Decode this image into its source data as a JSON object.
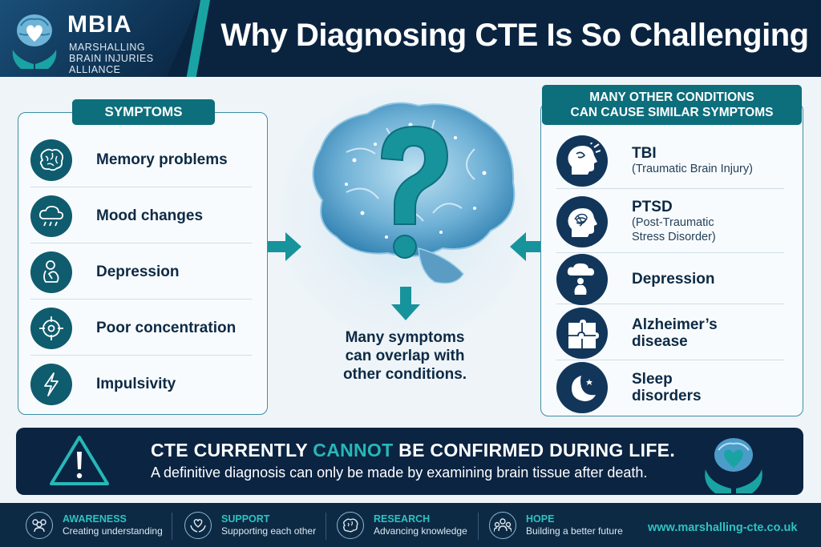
{
  "brand": {
    "acronym": "MBIA",
    "name_line1": "MARSHALLING",
    "name_line2": "BRAIN INJURIES",
    "name_line3": "ALLIANCE"
  },
  "title": "Why Diagnosing CTE Is So Challenging",
  "symptoms": {
    "heading": "SYMPTOMS",
    "items": [
      {
        "label": "Memory problems",
        "icon": "brain-icon"
      },
      {
        "label": "Mood changes",
        "icon": "rain-cloud-icon"
      },
      {
        "label": "Depression",
        "icon": "sitting-person-icon"
      },
      {
        "label": "Poor concentration",
        "icon": "crosshair-icon"
      },
      {
        "label": "Impulsivity",
        "icon": "lightning-icon"
      }
    ]
  },
  "center": {
    "icon": "brain-question-mark-icon",
    "text_line1": "Many symptoms",
    "text_line2": "can overlap with",
    "text_line3": "other conditions."
  },
  "conditions": {
    "heading_line1": "MANY OTHER CONDITIONS",
    "heading_line2": "CAN CAUSE SIMILAR SYMPTOMS",
    "items": [
      {
        "title": "TBI",
        "desc_line1": "(Traumatic Brain Injury)",
        "desc_line2": "",
        "icon": "head-impact-icon"
      },
      {
        "title": "PTSD",
        "desc_line1": "(Post-Traumatic",
        "desc_line2": "Stress Disorder)",
        "icon": "tangled-head-icon"
      },
      {
        "title": "Depression",
        "title_line2": "",
        "icon": "cloud-person-icon"
      },
      {
        "title": "Alzheimer’s",
        "title_line2": "disease",
        "icon": "puzzle-head-icon"
      },
      {
        "title": "Sleep",
        "title_line2": "disorders",
        "icon": "moon-stars-icon"
      }
    ]
  },
  "banner": {
    "title_part1": "CTE CURRENTLY ",
    "title_highlight": "CANNOT",
    "title_part2": " BE CONFIRMED DURING LIFE.",
    "subtitle": "A definitive diagnosis can only be made by examining brain tissue after death.",
    "highlight_color": "#26b8b8"
  },
  "footer": {
    "items": [
      {
        "title": "AWARENESS",
        "sub": "Creating understanding",
        "icon": "people-icon"
      },
      {
        "title": "SUPPORT",
        "sub": "Supporting each other",
        "icon": "heart-hands-icon"
      },
      {
        "title": "RESEARCH",
        "sub": "Advancing knowledge",
        "icon": "brain-icon"
      },
      {
        "title": "HOPE",
        "sub": "Building a better future",
        "icon": "group-icon"
      }
    ],
    "url": "www.marshalling-cte.co.uk"
  },
  "colors": {
    "navy": "#0a2440",
    "teal": "#0d6e7c",
    "accent": "#26b8b8"
  }
}
